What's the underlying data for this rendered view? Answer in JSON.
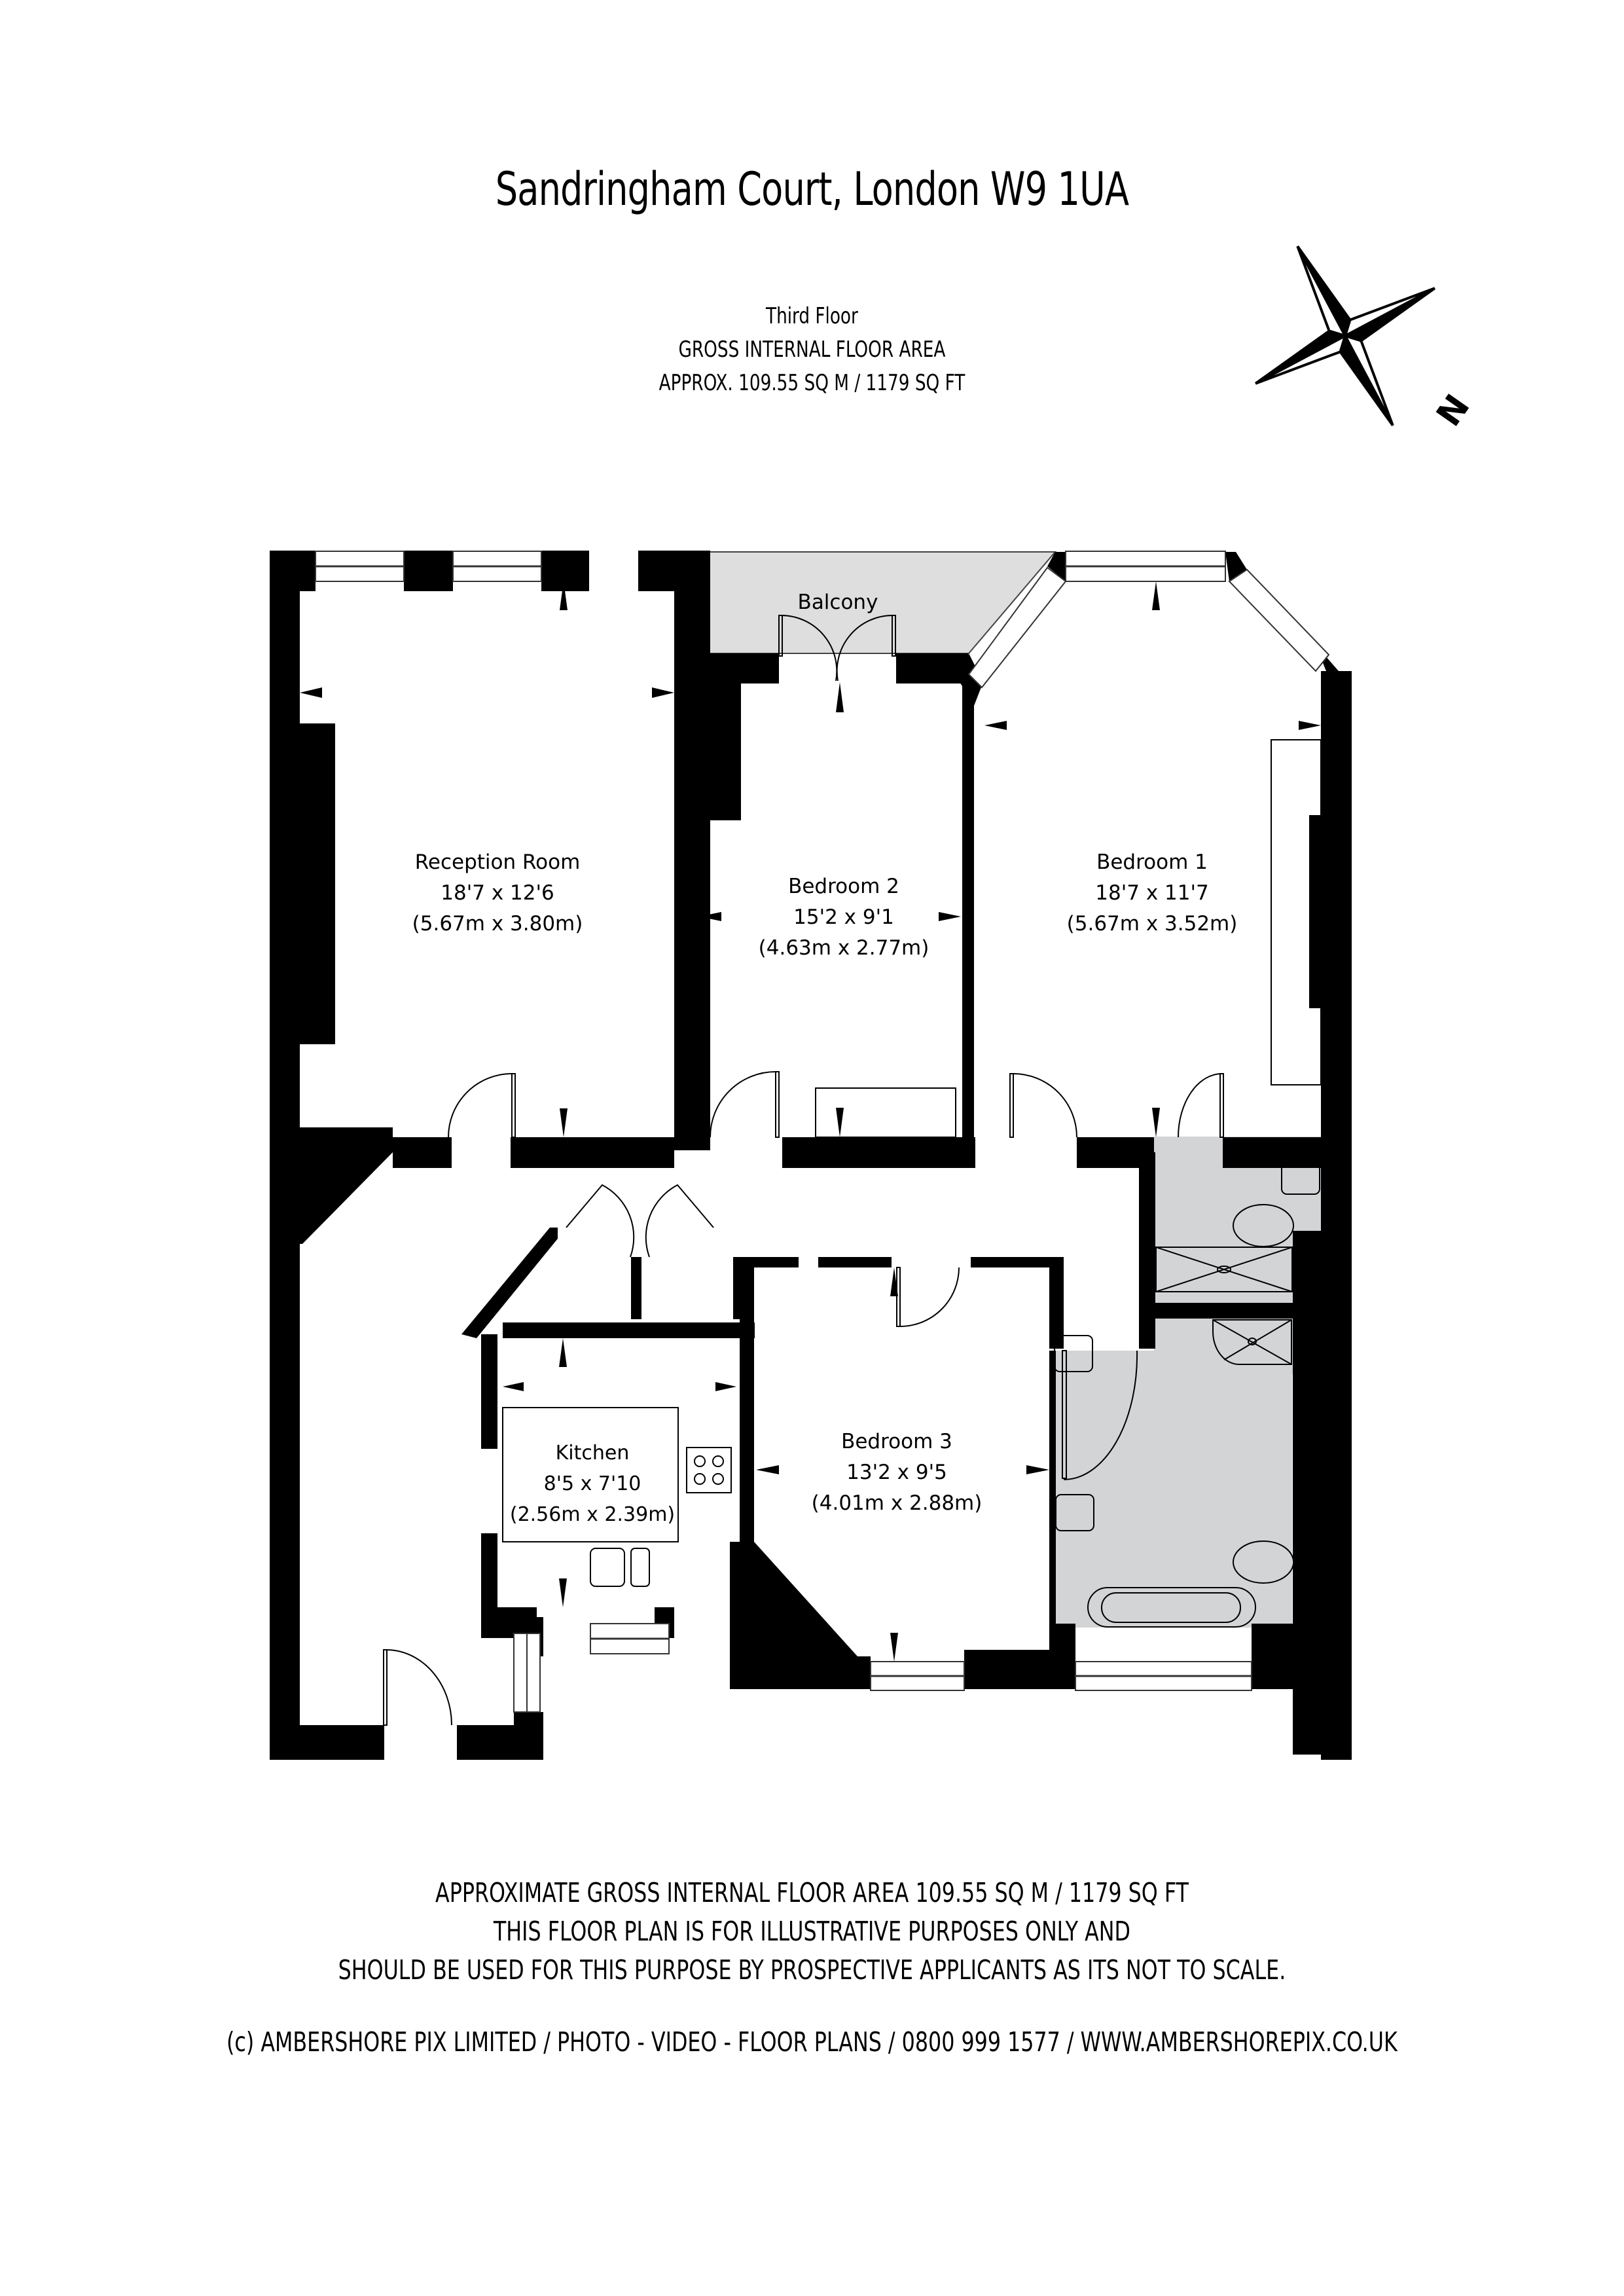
{
  "header": {
    "title": "Sandringham Court, London W9 1UA",
    "floor": "Third Floor",
    "area_label": "GROSS INTERNAL FLOOR AREA",
    "area_value": "APPROX. 109.55 SQ M / 1179 SQ FT"
  },
  "compass": {
    "icon": "compass-rose-icon",
    "north_label": "N"
  },
  "rooms": {
    "reception": {
      "name": "Reception Room",
      "imperial": "18'7 x 12'6",
      "metric": "(5.67m x 3.80m)"
    },
    "bedroom2": {
      "name": "Bedroom 2",
      "imperial": "15'2 x 9'1",
      "metric": "(4.63m x 2.77m)"
    },
    "bedroom1": {
      "name": "Bedroom 1",
      "imperial": "18'7 x 11'7",
      "metric": "(5.67m x 3.52m)"
    },
    "kitchen": {
      "name": "Kitchen",
      "imperial": "8'5 x 7'10",
      "metric": "(2.56m x 2.39m)"
    },
    "bedroom3": {
      "name": "Bedroom 3",
      "imperial": "13'2 x 9'5",
      "metric": "(4.01m x 2.88m)"
    },
    "balcony": {
      "name": "Balcony"
    }
  },
  "colors": {
    "wall": "#000000",
    "wet_room_fill": "#d3d4d6",
    "balcony_fill": "#dedede",
    "background": "#ffffff"
  },
  "footer": {
    "line1": "APPROXIMATE GROSS INTERNAL FLOOR AREA 109.55 SQ M / 1179 SQ FT",
    "line2": "THIS FLOOR PLAN IS FOR ILLUSTRATIVE PURPOSES ONLY AND",
    "line3": "SHOULD BE USED FOR THIS PURPOSE BY PROSPECTIVE APPLICANTS AS ITS NOT TO SCALE.",
    "credit": "(c) AMBERSHORE PIX LIMITED / PHOTO - VIDEO - FLOOR PLANS / 0800 999 1577 / WWW.AMBERSHOREPIX.CO.UK"
  }
}
